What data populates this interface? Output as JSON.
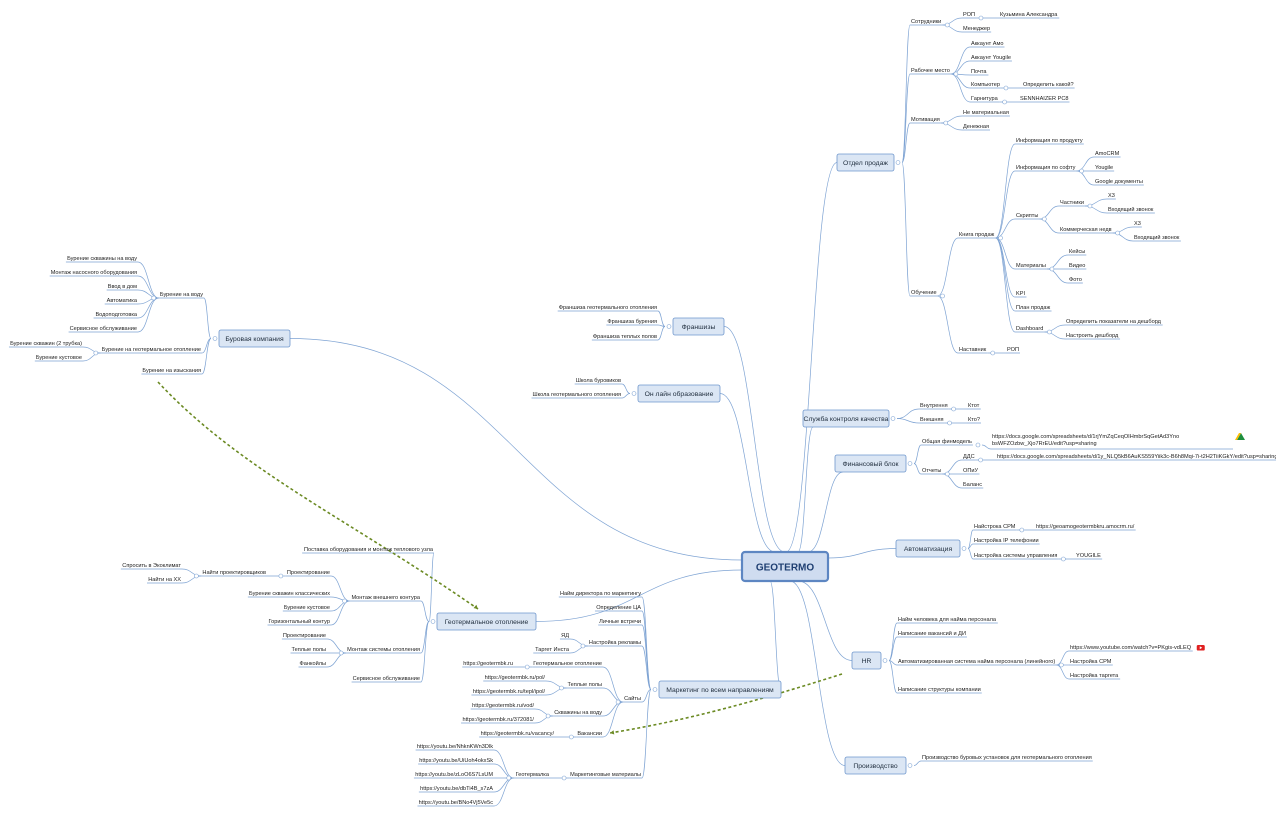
{
  "center": "GEOTERMO",
  "colors": {
    "line": "#7ea3d3",
    "box_fill": "#dbe6f4",
    "box_stroke": "#6f97cd",
    "center_fill": "#cfdcf0",
    "dash": "#6b8a23"
  },
  "sales": {
    "label": "Отдел продаж",
    "staff": {
      "label": "Сотрудники",
      "rop": "РОП",
      "rop_name": "Кузьмина Александра",
      "manager": "Менеджер"
    },
    "workplace": {
      "label": "Рабочее место",
      "amo": "Аккаунт Амо",
      "yougile": "Аккаунт Yougile",
      "mail": "Почта",
      "computer": "Компьютер",
      "computer_q": "Определить какой?",
      "headset": "Гарнитура",
      "headset_model": "SENNHAIZER PC8"
    },
    "motivation": {
      "label": "Мотивация",
      "nonmaterial": "Не материальная",
      "money": "Денежная"
    },
    "training": {
      "label": "Обучение",
      "book": "Книга продаж",
      "product_info": "Информация по продукту",
      "soft_info": "Информация по софту",
      "amocrm": "AmoCRM",
      "yougile": "Yougile",
      "gdocs": "Google документы",
      "scripts": "Скрипты",
      "private": "Частники",
      "x3a": "Х3",
      "incoming_a": "Входящий звонок",
      "commercial": "Коммерческая недв",
      "x3b": "Х3",
      "incoming_b": "Входящий звонок",
      "materials": "Материалы",
      "cases": "Кейсы",
      "video": "Видео",
      "photo": "Фото",
      "kpi": "KPI",
      "plan": "План продаж",
      "dashboard": "Dashboard",
      "dash_define": "Определить показатели на дешборд",
      "dash_setup": "Настроить дешборд",
      "mentor": "Наставник",
      "mentor_rop": "РОП"
    }
  },
  "quality": {
    "label": "Служба контроля качества",
    "internal": "Внутрення",
    "internal_who": "Ктот",
    "external": "Внешняя",
    "external_who": "Кто?"
  },
  "finance": {
    "label": "Финансовый блок",
    "model": "Общая финмодель",
    "model_url": "https://docs.google.com/spreadsheets/d/1rjYmZqCeqOIHmbrSqGetAd3YnobsWFZOzbw_Xjo7RrEU/edit?usp=sharing",
    "reports": "Отчеты",
    "dds": "ДДС",
    "dds_url": "https://docs.google.com/spreadsheets/d/1y_NLQ5kB6AuKS559Yiik3c-B6h8Mqi-7i-t2H2TiiKGkY/edit?usp=sharing",
    "opiu": "ОПиУ",
    "balance": "Баланс"
  },
  "automation": {
    "label": "Автоматизация",
    "crm": "Найстрока СРМ",
    "crm_url": "https://geoamogeotermbkru.amocrm.ru/",
    "ip": "Настройка IP телефонии",
    "mgmt": "Настройка системы управления",
    "mgmt_tool": "YOUGILE"
  },
  "hr": {
    "label": "HR",
    "find": "Найм человека для найма персонала",
    "vacancies": "Написание вакансий и ДИ",
    "auto": "Автоматизированная система найма персонала (линейного)",
    "yt": "https://www.youtube.com/watch?v=PKgis-vdLEQ",
    "crm": "Настройка СРМ",
    "target": "Настройка таргета",
    "structure": "Написание структуры компании"
  },
  "production": {
    "label": "Производство",
    "item": "Производство буровых установок для геотермального отопления"
  },
  "franchise": {
    "label": "Франшизы",
    "geo": "Франшиза геотермального отопления",
    "drilling": "Франшиза бурения",
    "floors": "Франшиза теплых полов"
  },
  "online": {
    "label": "Он лайн образование",
    "school_drill": "Школа буровиков",
    "school_geo": "Школа геотермального отопления"
  },
  "drilling": {
    "label": "Буровая компания",
    "water": "Бурение на воду",
    "water_items": [
      "Бурение скважины на воду",
      "Монтаж насосного оборудования",
      "Ввод в дом",
      "Автоматика",
      "Водоподготовка",
      "Сервисное обслуживание"
    ],
    "geo": "Бурение на геотермальное отопление",
    "geo_items": [
      "Бурение скважин (2 трубка)",
      "Бурение кустовое"
    ],
    "survey": "Бурение на изыскания"
  },
  "geoheat": {
    "label": "Геотермальное отопление",
    "supply": "Поставка оборудования и монтаж теплового узла",
    "outer": "Монтаж внешнего контура",
    "design": "Проектирование",
    "find_designers": "Найти проектировщиков",
    "ecoclimate": "Спросить в Экоклимат",
    "xx": "Найти на ХХ",
    "classic": "Бурение скважин классических",
    "bush": "Бурение кустовое",
    "horizontal": "Горизонтальный контур",
    "inner": "Монтаж системы отопления",
    "inner_design": "Проектирование",
    "floors": "Теплые полы",
    "coils": "Фанкойлы",
    "service": "Сервисное обслуживание"
  },
  "marketing": {
    "label": "Маркетинг по всем направлениям",
    "director": "Найм директора по маркетингу",
    "ca": "Определение ЦА",
    "meetings": "Личные встречи",
    "ads": "Настройка рекламы",
    "yd": "ЯД",
    "insta": "Таргет Инста",
    "sites": "Сайты",
    "geo_site": "Геотермальное отопление",
    "geo_url": "https://geotermbk.ru",
    "floors_site": "Теплые полы",
    "floors_url1": "https://geotermbk.ru/pol/",
    "floors_url2": "https://geotermbk.ru/tepl/ipol/",
    "water_site": "Скважины на воду",
    "water_url1": "https://geotermbk.ru/vod/",
    "water_url2": "https://geotermbk.ru/372081/",
    "vacancy_site": "Вакансии",
    "vacancy_url": "https://geotermbk.ru/vacancy/",
    "mat": "Маркетинговые материалы",
    "geotermalka": "Геотермалка",
    "videos": [
      "https://youtu.be/NhknKWn3Dlk",
      "https://youtu.be/UiUoh4okxSk",
      "https://youtu.be/zLoO6S7LsUM",
      "https://youtu.be/dbTi4B_s7zA",
      "https://youtu.be/BNo4Vj5Ve5c"
    ]
  }
}
